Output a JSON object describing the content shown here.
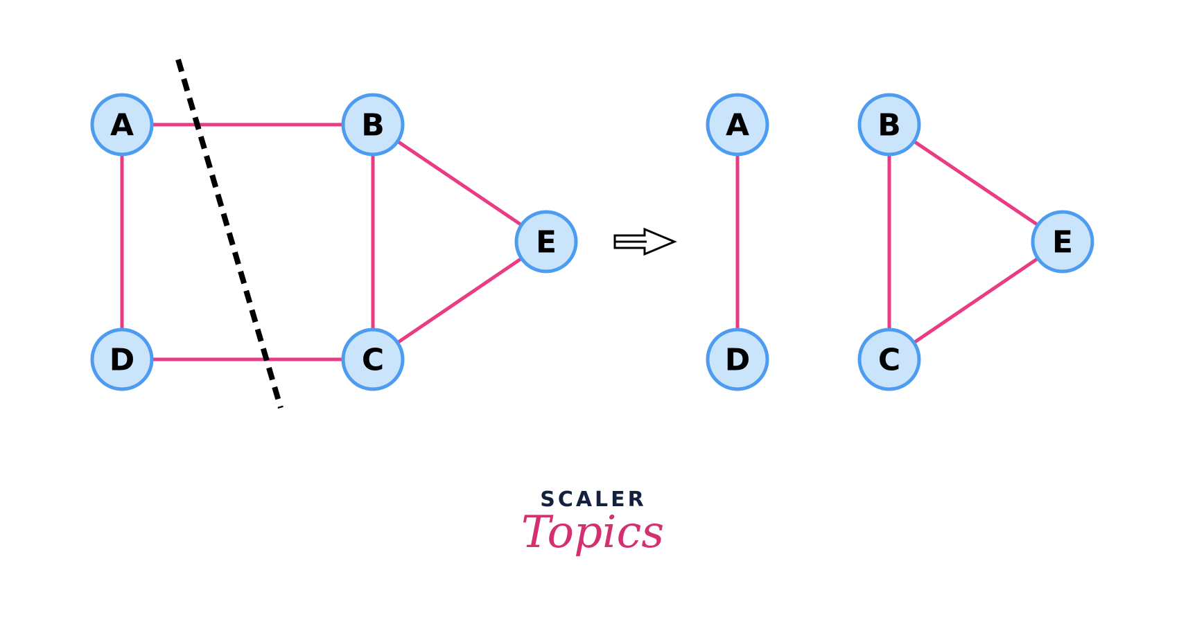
{
  "logo": {
    "line1": "SCALER",
    "line2": "Topics"
  },
  "colors": {
    "edge": "#ea3b85",
    "node_fill": "#c9e4fb",
    "node_stroke": "#4d9cf0",
    "cut_line": "#000000",
    "logo_dark": "#14213d",
    "logo_pink": "#d3306f"
  },
  "graphs": {
    "before": {
      "nodes": [
        {
          "id": "A",
          "label": "A"
        },
        {
          "id": "B",
          "label": "B"
        },
        {
          "id": "C",
          "label": "C"
        },
        {
          "id": "D",
          "label": "D"
        },
        {
          "id": "E",
          "label": "E"
        }
      ],
      "edges": [
        [
          "A",
          "B"
        ],
        [
          "A",
          "D"
        ],
        [
          "D",
          "C"
        ],
        [
          "B",
          "C"
        ],
        [
          "B",
          "E"
        ],
        [
          "C",
          "E"
        ]
      ],
      "cut_edges": [
        [
          "A",
          "B"
        ],
        [
          "D",
          "C"
        ]
      ]
    },
    "after": {
      "nodes": [
        {
          "id": "A",
          "label": "A"
        },
        {
          "id": "D",
          "label": "D"
        },
        {
          "id": "B",
          "label": "B"
        },
        {
          "id": "C",
          "label": "C"
        },
        {
          "id": "E",
          "label": "E"
        }
      ],
      "edges": [
        [
          "A",
          "D"
        ],
        [
          "B",
          "C"
        ],
        [
          "B",
          "E"
        ],
        [
          "C",
          "E"
        ]
      ]
    }
  },
  "icons": {
    "transition": "double-arrow-right-icon"
  }
}
